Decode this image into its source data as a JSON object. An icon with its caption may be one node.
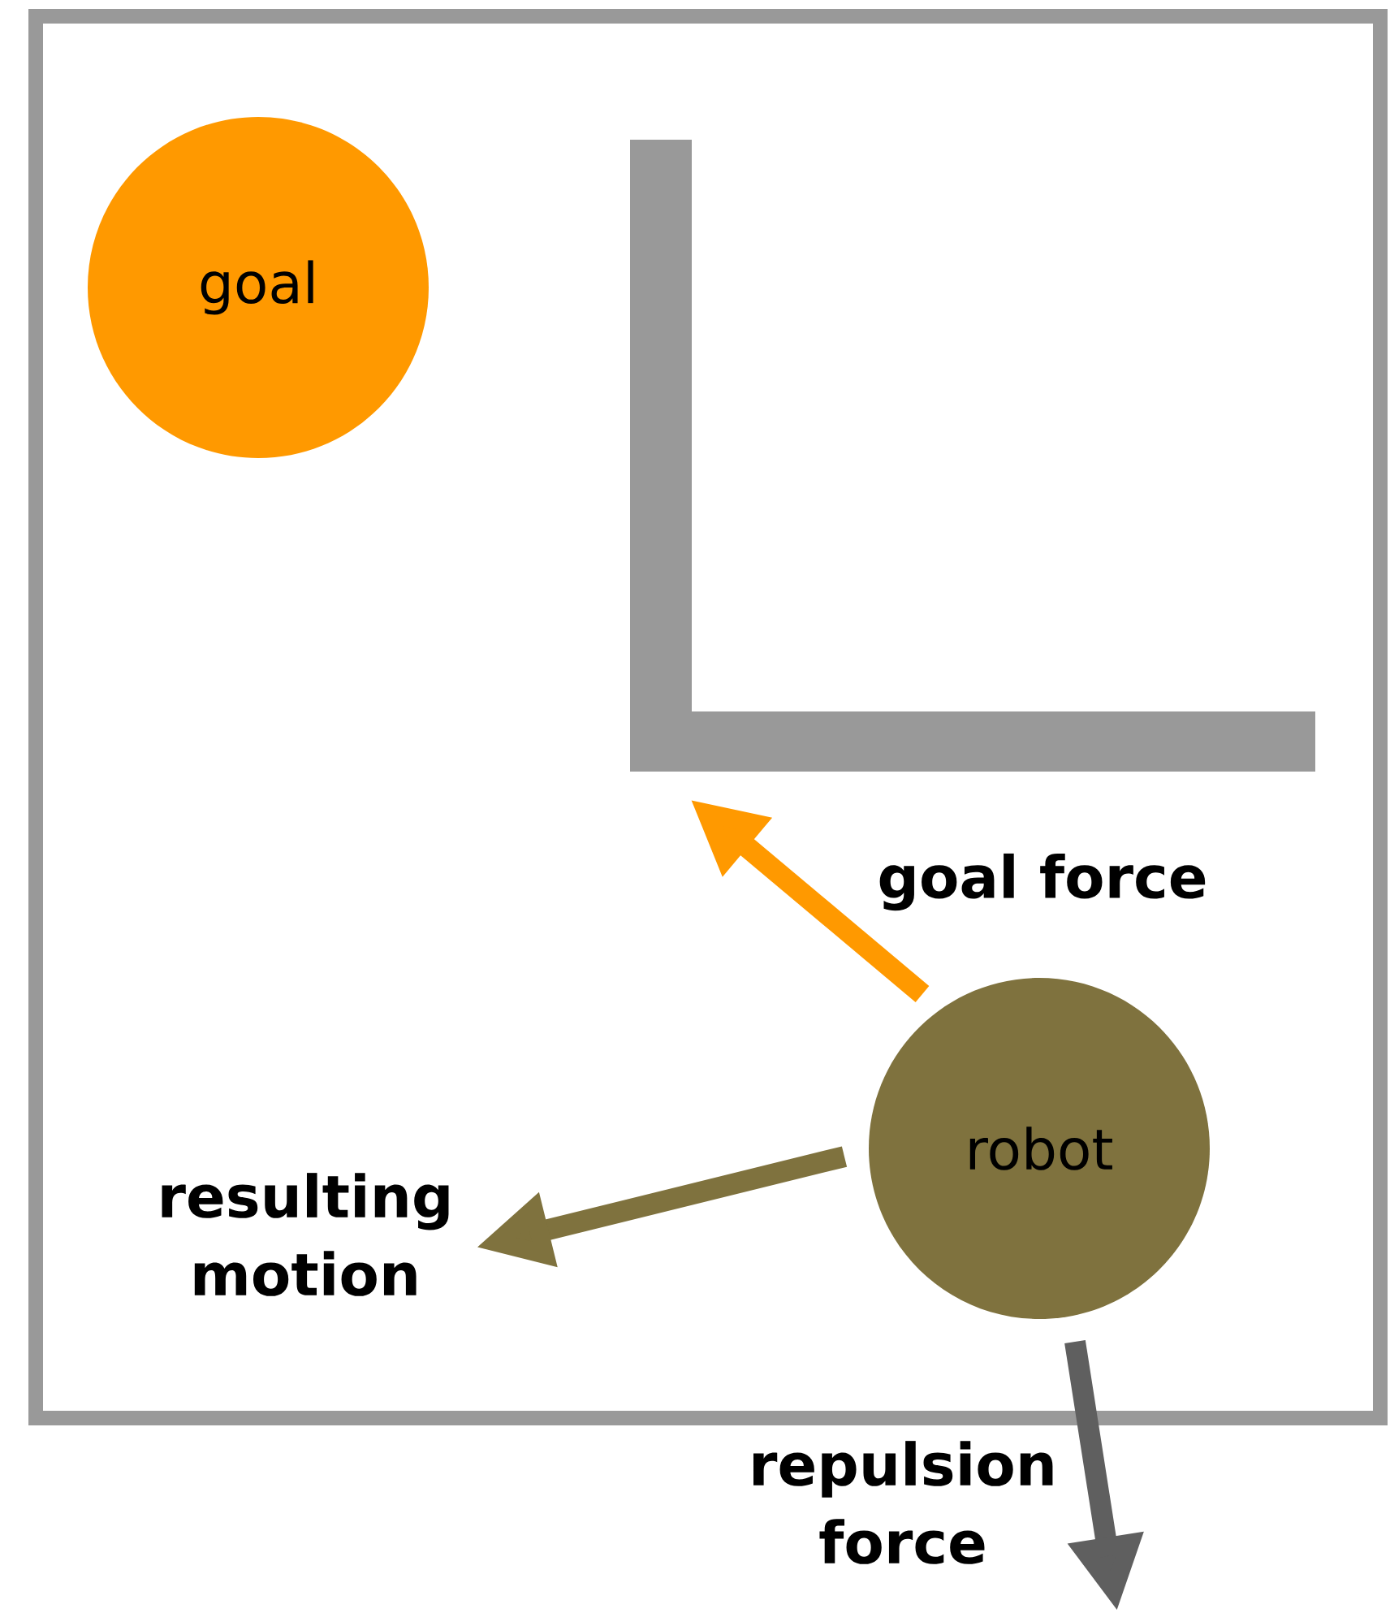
{
  "diagram": {
    "nodes": [
      {
        "text": [
          "goal"
        ]
      },
      {
        "text": [
          "robot"
        ]
      }
    ],
    "labels": [
      "goal force",
      "resulting motion",
      "repulsion force"
    ]
  }
}
